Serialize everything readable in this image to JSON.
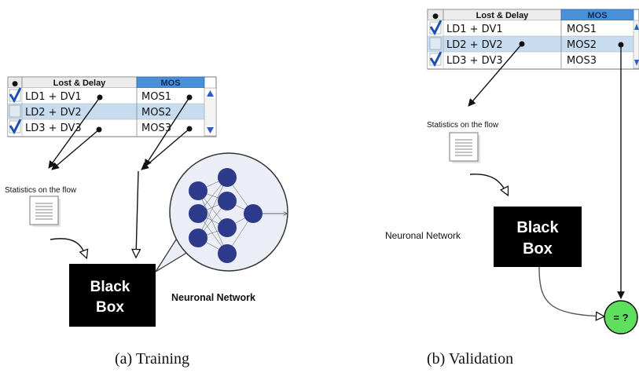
{
  "panel_a": {
    "table": {
      "dot_header": "●",
      "col1_header": "Lost & Delay",
      "col2_header": "MOS",
      "rows": [
        {
          "col1": "LD1 + DV1",
          "col2": "MOS1",
          "checked": true
        },
        {
          "col1": "LD2 + DV2",
          "col2": "MOS2",
          "checked": false
        },
        {
          "col1": "LD3 + DV3",
          "col2": "MOS3",
          "checked": true
        }
      ]
    },
    "stats_label": "Statistics on the flow",
    "black_box": [
      "Black",
      "Box"
    ],
    "nn_label": "Neuronal Network",
    "caption": "(a)  Training"
  },
  "panel_b": {
    "table": {
      "dot_header": "●",
      "col1_header": "Lost & Delay",
      "col2_header": "MOS",
      "rows": [
        {
          "col1": "LD1 + DV1",
          "col2": "MOS1",
          "checked": true
        },
        {
          "col1": "LD2 + DV2",
          "col2": "MOS2",
          "checked": false
        },
        {
          "col1": "LD3 + DV3",
          "col2": "MOS3",
          "checked": true
        }
      ]
    },
    "stats_label": "Statistics on the flow",
    "black_box": [
      "Black",
      "Box"
    ],
    "nn_label": "Neuronal Network",
    "compare_label": "= ?",
    "caption": "(b)  Validation"
  },
  "colors": {
    "table_header_blue": "#4a90d9",
    "row_highlight": "#c8dcef",
    "check_blue": "#1f4fb0",
    "neuron": "#2e3a8c",
    "nn_bubble": "#eceef7",
    "compare_green": "#5ee05e",
    "black_box": "#000000"
  }
}
